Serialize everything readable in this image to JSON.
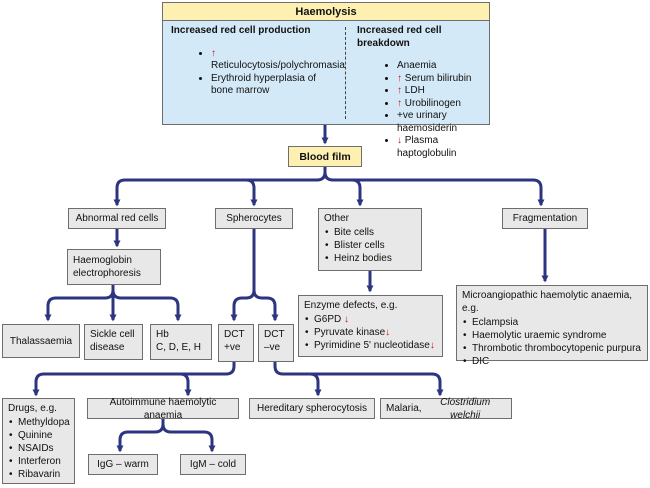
{
  "haemolysis": {
    "title": "Haemolysis",
    "production": {
      "title": "Increased red cell production",
      "items": [
        {
          "mark": "↑",
          "text": "Reticulocytosis/polychromasia"
        },
        {
          "mark": "",
          "text": "Erythroid hyperplasia of bone marrow"
        }
      ]
    },
    "breakdown": {
      "title": "Increased red cell breakdown",
      "items": [
        {
          "mark": "",
          "text": "Anaemia"
        },
        {
          "mark": "↑",
          "text": "Serum bilirubin"
        },
        {
          "mark": "↑",
          "text": "LDH"
        },
        {
          "mark": "↑",
          "text": "Urobilinogen"
        },
        {
          "mark": "",
          "text": "+ve urinary haemosiderin"
        },
        {
          "mark": "↓",
          "text": "Plasma haptoglobulin"
        }
      ]
    }
  },
  "blood_film": "Blood film",
  "abnormal_red_cells": "Abnormal red cells",
  "spherocytes": "Spherocytes",
  "other": {
    "title": "Other",
    "items": [
      "Bite cells",
      "Blister cells",
      "Heinz bodies"
    ]
  },
  "fragmentation": "Fragmentation",
  "hb_electrophoresis": {
    "line1": "Haemoglobin",
    "line2": "electrophoresis"
  },
  "thalassaemia": "Thalassaemia",
  "sickle_cell": {
    "line1": "Sickle cell",
    "line2": "disease"
  },
  "hb_cdeh": {
    "line1": "Hb",
    "line2": "C, D, E, H"
  },
  "dct_pos": {
    "line1": "DCT",
    "line2": "+ve"
  },
  "dct_neg": {
    "line1": "DCT",
    "line2": "–ve"
  },
  "enzyme_defects": {
    "title": "Enzyme defects, e.g.",
    "items": [
      {
        "text": "G6PD",
        "mark": "↓"
      },
      {
        "text": "Pyruvate kinase",
        "mark": "↓"
      },
      {
        "text": "Pyrimidine 5' nucleotidase",
        "mark": "↓"
      }
    ]
  },
  "microangiopathic": {
    "title": "Microangiopathic haemolytic anaemia, e.g.",
    "items": [
      "Eclampsia",
      "Haemolytic uraemic syndrome",
      "Thrombotic thrombocytopenic purpura",
      "DIC"
    ]
  },
  "drugs": {
    "title": "Drugs, e.g.",
    "items": [
      "Methyldopa",
      "Quinine",
      "NSAIDs",
      "Interferon",
      "Ribavarin"
    ]
  },
  "autoimmune": "Autoimmune haemolytic anaemia",
  "hereditary_spherocytosis": "Hereditary spherocytosis",
  "malaria": {
    "prefix": "Malaria, ",
    "italic": "Clostridium welchii"
  },
  "igg": "IgG – warm",
  "igm": "IgM – cold",
  "colors": {
    "header_fill": "#fdf0b0",
    "panel_fill": "#d4e9f7",
    "node_fill": "#e8e8e8",
    "connector": "#2d3580",
    "arrow_mark": "#cc1111"
  }
}
